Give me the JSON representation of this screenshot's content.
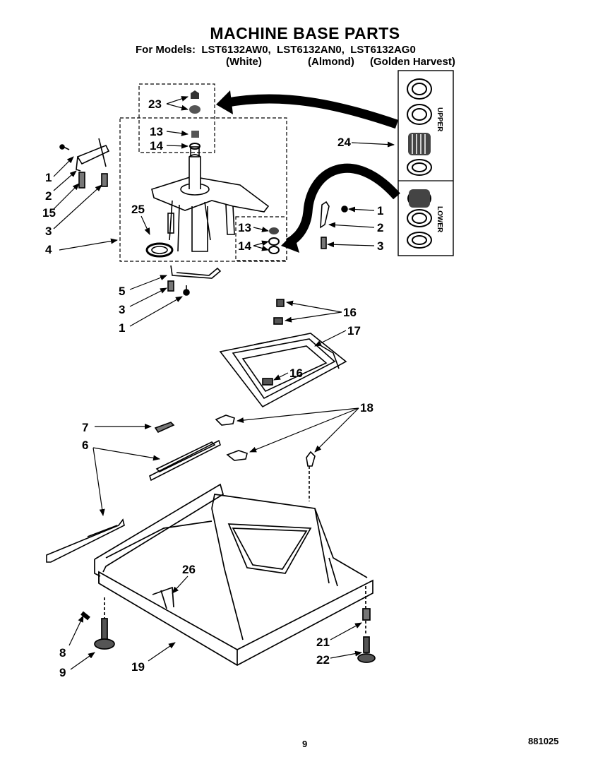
{
  "header": {
    "title": "MACHINE BASE PARTS",
    "models_line": "For Models:  LST6132AW0,  LST6132AN0,  LST6132AG0",
    "color_white": "(White)",
    "color_almond": "(Almond)",
    "color_golden": "(Golden Harvest)"
  },
  "footer": {
    "page_number": "9",
    "doc_code": "881025"
  },
  "kit": {
    "upper_label": "UPPER",
    "lower_label": "LOWER"
  },
  "callouts": {
    "n1": "1",
    "n2": "2",
    "n3": "3",
    "n4": "4",
    "n5": "5",
    "n6": "6",
    "n7": "7",
    "n8": "8",
    "n9": "9",
    "n13": "13",
    "n14": "14",
    "n15": "15",
    "n16": "16",
    "n17": "17",
    "n18": "18",
    "n19": "19",
    "n21": "21",
    "n22": "22",
    "n23": "23",
    "n24": "24",
    "n25": "25",
    "n26": "26"
  }
}
